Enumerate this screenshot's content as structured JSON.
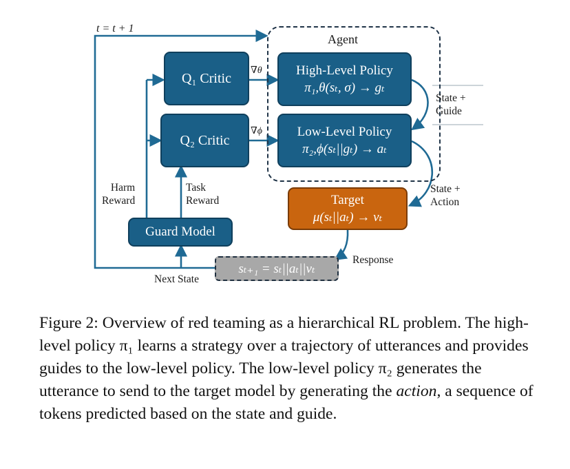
{
  "diagram": {
    "loop_label": "t = t + 1",
    "agent_label": "Agent",
    "q1_critic": "Q₁ Critic",
    "q2_critic": "Q₂ Critic",
    "grad_theta": "∇θ",
    "grad_phi": "∇ϕ",
    "high_policy_title": "High-Level Policy",
    "high_policy_formula": "π₁,θ(sₜ, σ) → gₜ",
    "low_policy_title": "Low-Level Policy",
    "low_policy_formula": "π₂,ϕ(sₜ||gₜ) → aₜ",
    "state_guide": "State +\nGuide",
    "state_action": "State +\nAction",
    "target_title": "Target",
    "target_formula": "μ(sₜ||aₜ) → vₜ",
    "harm_reward": "Harm\nReward",
    "task_reward": "Task\nReward",
    "guard_model": "Guard Model",
    "response": "Response",
    "next_state_formula": "sₜ₊₁ = sₜ||aₜ||vₜ",
    "next_state_label": "Next State"
  },
  "caption": {
    "part1": "Figure 2: Overview of red teaming as a hierarchical RL problem. The high-level policy π₁ learns a strategy over a trajectory of utterances and provides guides to the low-level policy. The low-level policy π₂ generates the utterance to send to the target model by generating the ",
    "italic": "action",
    "part2": ", a sequence of tokens predicted based on the state and guide."
  },
  "colors": {
    "node_blue": "#1a5f87",
    "target_orange": "#c9650f",
    "state_gray": "#a8a8a8",
    "arrow_blue": "#1f6a94"
  }
}
